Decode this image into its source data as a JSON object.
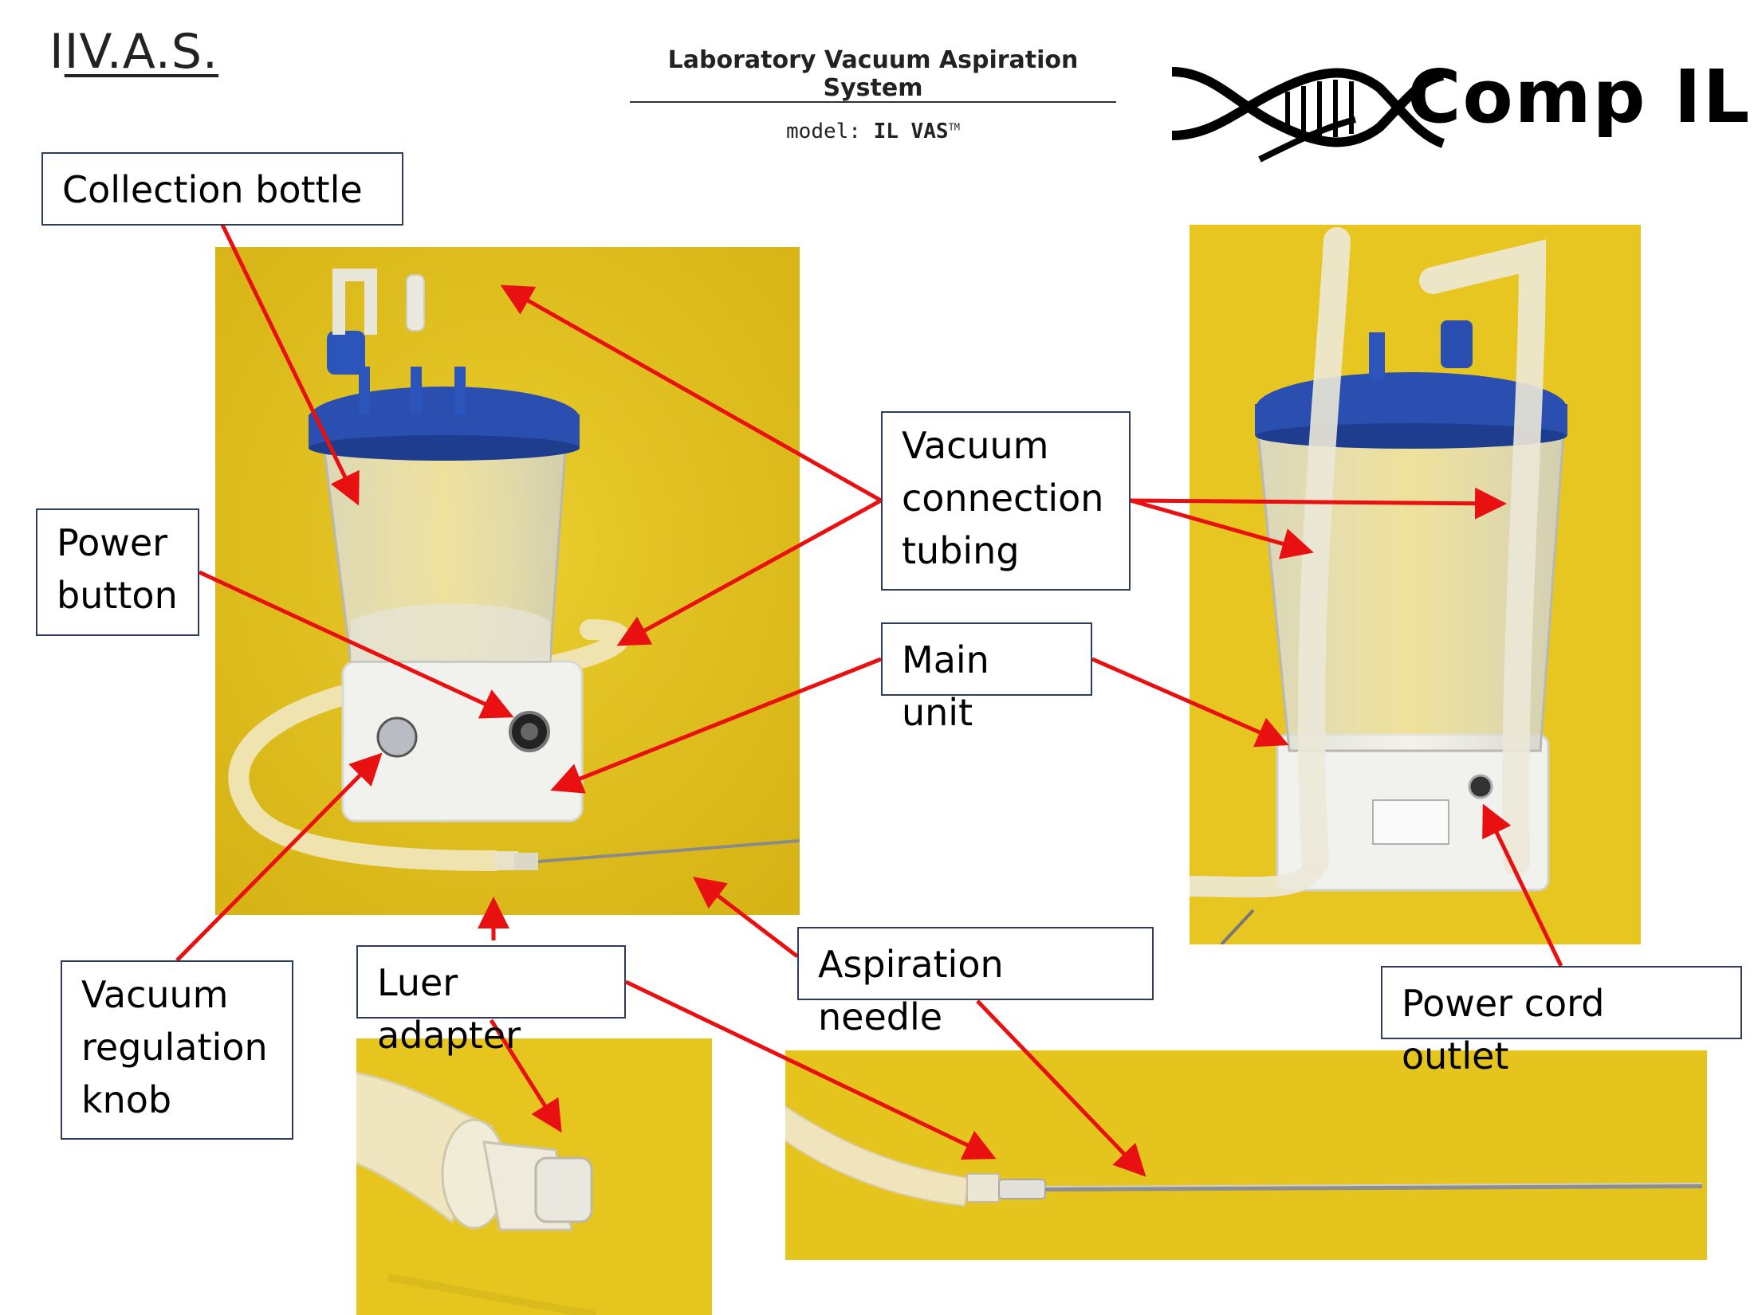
{
  "header": {
    "logo_text": "IIV.A.S.",
    "logo_prefix": "I",
    "logo_main": "IV.A.S.",
    "title": "Laboratory Vacuum Aspiration System",
    "model_prefix": "model:",
    "model_name": "IL VAS",
    "model_tm": "TM",
    "brand": "Comp IL"
  },
  "labels": {
    "collection_bottle": "Collection bottle",
    "power_button_1": "Power",
    "power_button_2": "button",
    "vacuum_tubing_1": "Vacuum",
    "vacuum_tubing_2": "connection",
    "vacuum_tubing_3": "tubing",
    "main_unit": "Main unit",
    "vacuum_knob_1": "Vacuum",
    "vacuum_knob_2": "regulation",
    "vacuum_knob_3": "knob",
    "luer_adapter": "Luer adapter",
    "aspiration_needle": "Aspiration needle",
    "power_cord_outlet": "Power cord outlet"
  },
  "colors": {
    "background_photo": "#e8c61e",
    "arrow": "#e81010",
    "label_border": "#2f3d5c",
    "lid": "#2a4fb0"
  }
}
